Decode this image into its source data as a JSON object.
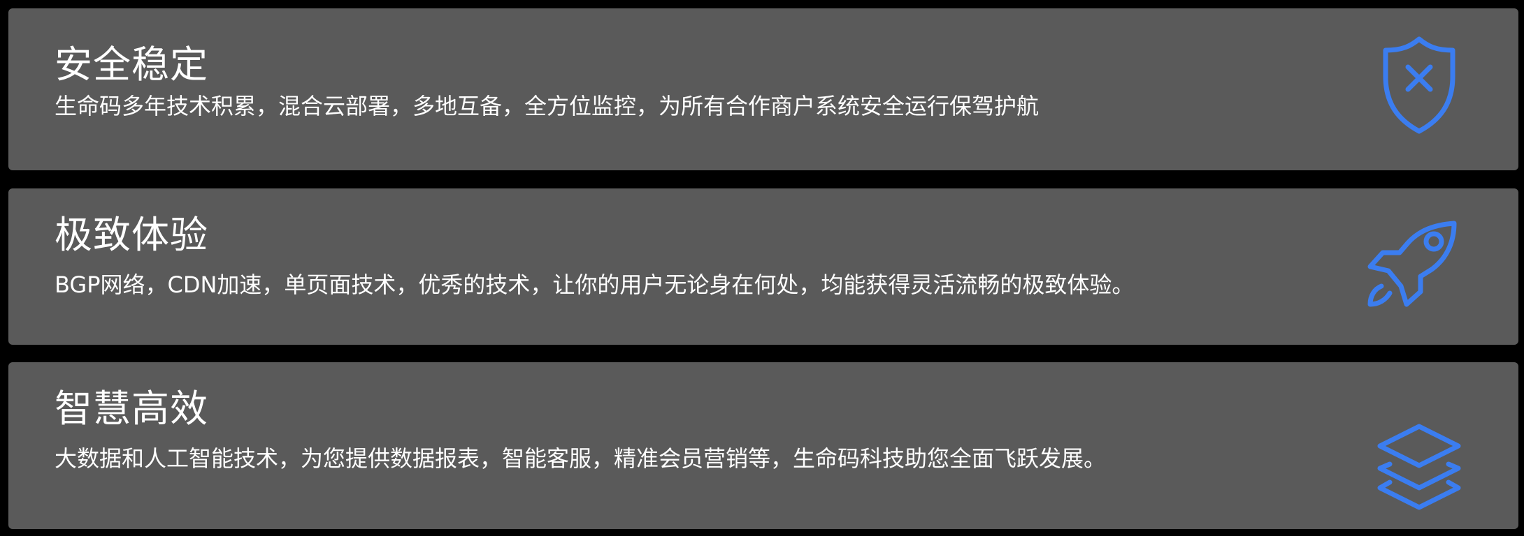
{
  "accent_color": "#3b7df0",
  "card_background": "#5a5a5a",
  "page_background": "#000000",
  "features": [
    {
      "title": "安全稳定",
      "description": "生命码多年技术积累，混合云部署，多地互备，全方位监控，为所有合作商户系统安全运行保驾护航",
      "icon": "shield-x-icon"
    },
    {
      "title": "极致体验",
      "description": "BGP网络，CDN加速，单页面技术，优秀的技术，让你的用户无论身在何处，均能获得灵活流畅的极致体验。",
      "icon": "rocket-icon"
    },
    {
      "title": "智慧高效",
      "description": "大数据和人工智能技术，为您提供数据报表，智能客服，精准会员营销等，生命码科技助您全面飞跃发展。",
      "icon": "layers-icon"
    }
  ]
}
